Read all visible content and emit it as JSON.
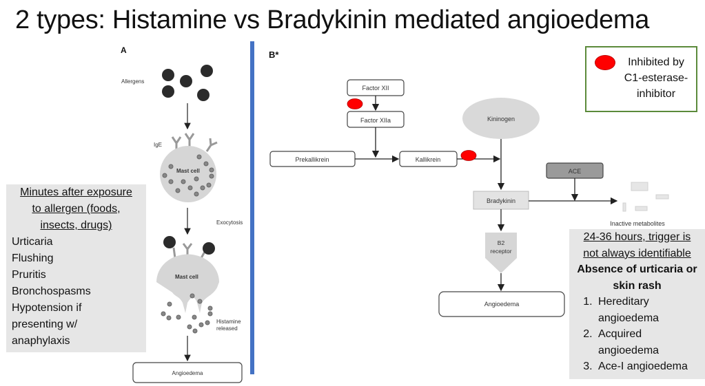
{
  "title": "2 types: Histamine vs Bradykinin mediated angioedema",
  "panel_a": {
    "letter": "A",
    "labels": {
      "allergens": "Allergens",
      "ige": "IgE",
      "mast_cell_1": "Mast cell",
      "exocytosis": "Exocytosis",
      "mast_cell_2": "Mast cell",
      "histamine_1": "Histamine",
      "histamine_2": "released",
      "angioedema": "Angioedema"
    }
  },
  "histamine_box": {
    "header_lines": [
      "Minutes after exposure",
      "to allergen (foods,",
      "insects, drugs)"
    ],
    "items": [
      "Urticaria",
      "Flushing",
      "Pruritis",
      "Bronchospasms",
      "Hypotension if",
      "presenting w/",
      "anaphylaxis"
    ]
  },
  "panel_b": {
    "letter": "B*",
    "nodes": {
      "factor_xii": "Factor XII",
      "factor_xiia": "Factor XIIa",
      "prekallikrein": "Prekallikrein",
      "kallikrein": "Kallikrein",
      "kininogen": "Kininogen",
      "ace": "ACE",
      "bradykinin": "Bradykinin",
      "inactive_metabolites": "Inactive metabolites",
      "b2_line1": "B2",
      "b2_line2": "receptor",
      "angioedema": "Angioedema"
    },
    "inhibitor_color": "#ff0000"
  },
  "legend": {
    "text_lines": [
      "Inhibited by",
      "C1-esterase-",
      "inhibitor"
    ],
    "border_color": "#5b8a3a"
  },
  "bradykinin_box": {
    "header_lines": [
      "24-36 hours, trigger is",
      "not always identifiable"
    ],
    "bold_lines": [
      "Absence of urticaria or",
      "skin rash"
    ],
    "items": [
      "Hereditary angioedema",
      "Acquired angioedema",
      "Ace-I angioedema"
    ]
  }
}
